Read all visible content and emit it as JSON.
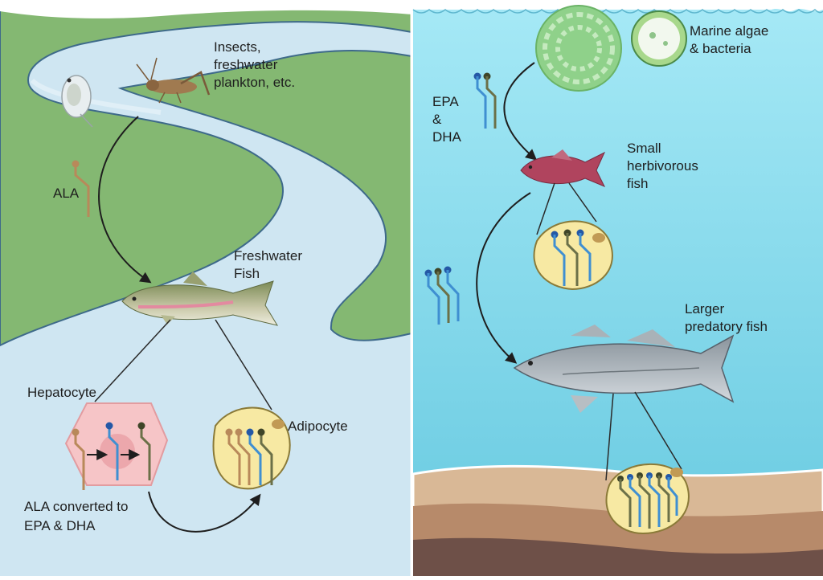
{
  "freshwater": {
    "prey_label": [
      "Insects,",
      "freshwater",
      "plankton, etc."
    ],
    "fatty_acid_label": "ALA",
    "fish_label": [
      "Freshwater",
      "Fish"
    ],
    "hepatocyte_label": "Hepatocyte",
    "adipocyte_label": "Adipocyte",
    "conversion_label": [
      "ALA converted to",
      "EPA & DHA"
    ]
  },
  "marine": {
    "producer_label": [
      "Marine algae",
      "& bacteria"
    ],
    "fatty_acid_label": [
      "EPA",
      "&",
      "DHA"
    ],
    "small_fish_label": [
      "Small",
      "herbivorous",
      "fish"
    ],
    "large_fish_label": [
      "Larger",
      "predatory fish"
    ]
  },
  "colors": {
    "ala": "#b8895a",
    "epa": "#3f8fd1",
    "dha": "#6b7048",
    "land": "#7fb26a",
    "river": "#cfe6f2",
    "ocean": "#9fe3f2",
    "cell": "#f7e9a3",
    "hepatocyte": "#f6c5c7"
  }
}
